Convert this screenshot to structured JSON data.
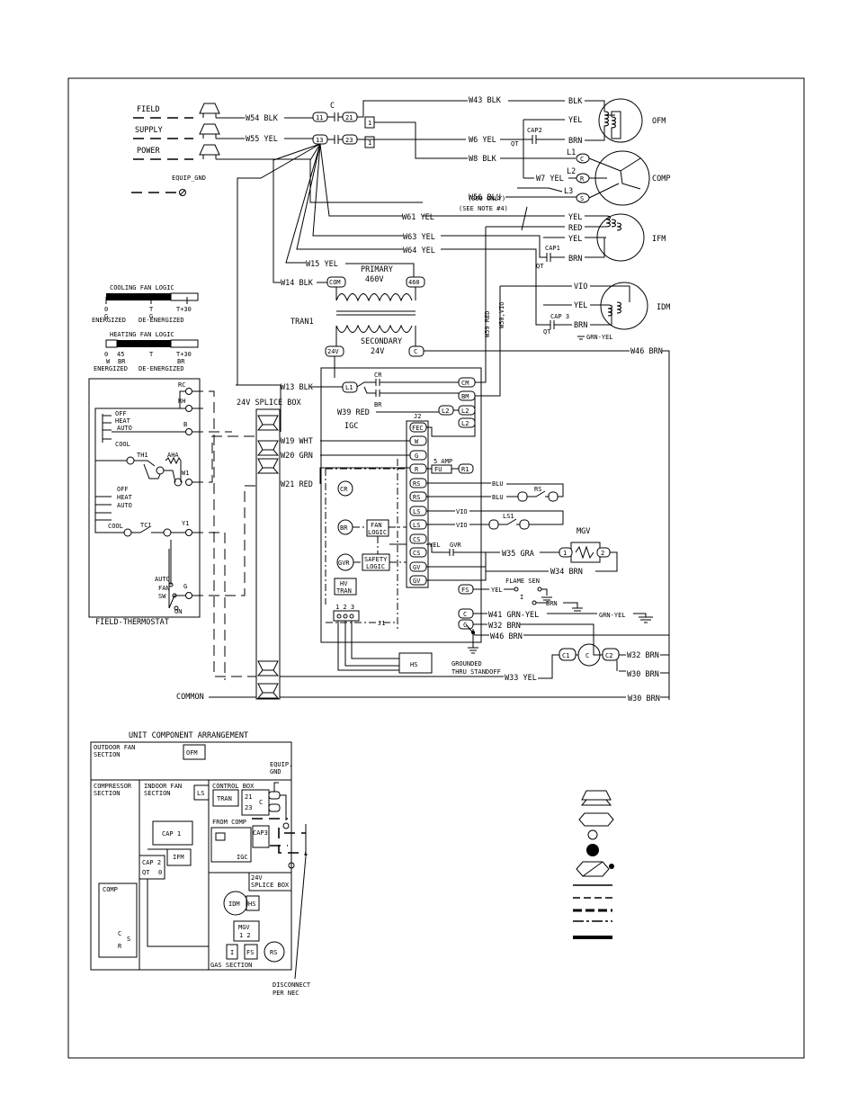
{
  "field_supply": {
    "field": "FIELD",
    "supply": "SUPPLY",
    "power": "POWER",
    "equip_gnd": "EQUIP_GND"
  },
  "contactor": {
    "c": "C",
    "t11": "11",
    "t21": "21",
    "t13": "13",
    "t23": "23"
  },
  "wires": {
    "w54": "W54 BLK",
    "w55": "W55 YEL",
    "w43": "W43 BLK",
    "w6": "W6 YEL",
    "w8": "W8 BLK",
    "w7": "W7 YEL",
    "w56": "W56 BLU",
    "only060": "(060 ONLY)",
    "see_note": "(SEE NOTE #4)",
    "w61": "W61 YEL",
    "w63": "W63 YEL",
    "w64": "W64 YEL",
    "w15": "W15 YEL",
    "w14": "W14 BLK",
    "w46a": "W46 BRN",
    "w13": "W13 BLK",
    "w39": "W39 RED",
    "w59": "W59 RED",
    "w50": "W50,VIO",
    "w19": "W19 WHT",
    "w20": "W20 GRN",
    "w21": "W21 RED",
    "w35": "W35 GRA",
    "w34": "W34 BRN",
    "w41": "W41 GRN-YEL",
    "w32": "W32 BRN",
    "w46b": "W46 BRN",
    "w33": "W33 YEL",
    "w32b": "W32 BRN",
    "w30a": "W30 BRN",
    "w30b": "W30 BRN"
  },
  "motor_labels": {
    "blk": "BLK",
    "yel": "YEL",
    "brn": "BRN",
    "ofm": "OFM",
    "cap2": "CAP2",
    "qt": "QT",
    "l1": "L1",
    "l2": "L2",
    "l3": "L3",
    "c": "C",
    "r": "R",
    "s": "S",
    "comp": "COMP",
    "red": "RED",
    "ifm": "IFM",
    "cap1": "CAP1",
    "vio": "VIO",
    "cap3": "CAP 3",
    "grn_yel": "GRN-YEL",
    "idm": "IDM"
  },
  "transformer": {
    "primary": "PRIMARY",
    "v460": "460V",
    "com": "COM",
    "t460": "460",
    "tran": "TRAN1",
    "secondary": "SECONDARY",
    "v24": "24V",
    "t24v": "24V",
    "tc": "C"
  },
  "fan_logic": {
    "cool_title": "COOLING FAN LOGIC",
    "cool_0": "0",
    "cool_g1": "G",
    "cool_t30": "T+30",
    "cool_g2": "G",
    "cool_en": "ENERGIZED",
    "cool_de": "DE-ENERGIZED",
    "heat_title": "HEATING FAN LOGIC",
    "heat_0": "0",
    "heat_45": "45",
    "heat_t": "T",
    "heat_t30": "T+30",
    "heat_w": "W",
    "heat_br": "BR",
    "heat_br2": "BR",
    "heat_en": "ENERGIZED",
    "heat_de": "DE-ENERGIZED"
  },
  "thermostat": {
    "rc": "RC",
    "rh": "RH",
    "off": "OFF",
    "heat": "HEAT",
    "auto": "AUTO",
    "cool": "COOL",
    "b": "B",
    "th1": "TH1",
    "aha": "AHA",
    "w1": "W1",
    "off2": "OFF",
    "heat2": "HEAT",
    "auto2": "AUTO",
    "cool2": "COOL",
    "tc1": "TC1",
    "y1": "Y1",
    "auto3": "AUTO",
    "fan": "FAN",
    "sw": "SW",
    "g": "G",
    "on": "ON",
    "title": "FIELD-THERMOSTAT"
  },
  "splice": {
    "title": "24V SPLICE BOX",
    "common": "COMMON"
  },
  "igc": {
    "igc": "IGC",
    "j2": "J2",
    "cr": "CR",
    "br": "BR",
    "l1": "L1",
    "cm": "CM",
    "bm": "BM",
    "l2a": "L2",
    "l2b": "L2",
    "fec": "FEC",
    "w": "W",
    "g": "G",
    "r": "R",
    "fu": "FU",
    "five_amp": "5 AMP",
    "r1": "R1",
    "rs1": "RS",
    "rs2": "RS",
    "ls1": "LS",
    "ls2": "LS",
    "cs1": "CS",
    "cs2": "CS",
    "gv1": "GV",
    "gv2": "GV",
    "fs": "FS",
    "c1": "C",
    "c2": "C",
    "fan": "FAN",
    "logic": "LOGIC",
    "safety": "SAFETY",
    "logic2": "LOGIC",
    "hv": "HV",
    "tran": "TRAN",
    "j1": "J1",
    "n123": "1 2 3",
    "cr_circ": "CR",
    "br_circ": "BR",
    "gvr": "GVR",
    "hs": "HS",
    "grounded": "GROUNDED",
    "standoff": "THRU STANDOFF"
  },
  "right_side": {
    "blu": "BLU",
    "blu2": "BLU",
    "rs": "RS",
    "vio": "VIO",
    "vio2": "VIO",
    "ls1": "LS1",
    "yel": "YEL",
    "gvr": "GVR",
    "mgv": "MGV",
    "flame": "FLAME SEN",
    "yel2": "YEL",
    "brn": "BRN",
    "i": "I",
    "grn_yel": "GRN-YEL",
    "c1": "C1",
    "cm": "C",
    "c2": "C2"
  },
  "arrangement": {
    "title": "UNIT COMPONENT ARRANGEMENT",
    "outdoor_fan": "OUTDOOR FAN",
    "section1": "SECTION",
    "ofm": "OFM",
    "equip": "EQUIP.",
    "gnd": "GND",
    "compressor": "COMPRESSOR",
    "section2": "SECTION",
    "indoor_fan": "INDOOR FAN",
    "section3": "SECTION",
    "ls": "LS",
    "control_box": "CONTROL BOX",
    "tran": "TRAN",
    "n21": "21",
    "n23": "23",
    "c": "C",
    "from_comp": "FROM COMP",
    "cap1": "CAP 1",
    "cap3": "CAP3",
    "ifm": "IFM",
    "igc": "IGC",
    "cap2": "CAP 2",
    "qt": "QT",
    "zero": "0",
    "comp": "COMP",
    "c2": "C",
    "s": "S",
    "r": "R",
    "splice": "24V",
    "splice2": "SPLICE BOX",
    "idm": "IDM",
    "hs": "HS",
    "mgv": "MGV",
    "n12": "1 2",
    "i": "I",
    "fs": "FS",
    "rs": "RS",
    "gas": "GAS SECTION",
    "disconnect": "DISCONNECT",
    "per_nec": "PER NEC"
  }
}
